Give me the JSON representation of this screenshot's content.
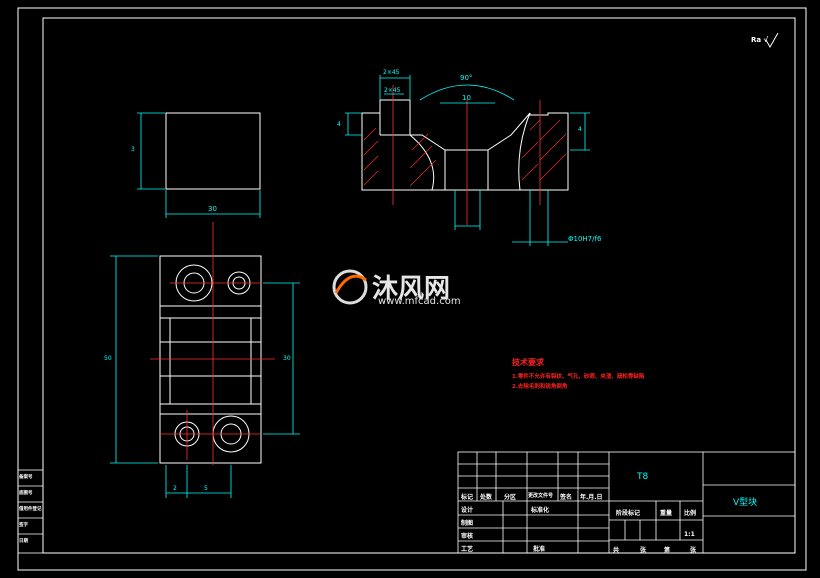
{
  "drawing": {
    "roughness_symbol": "Ra √",
    "dimensions": {
      "width_30": "30",
      "height_side": "3",
      "angle": "90°",
      "slot_top": "2×45",
      "slot_inner": "2×45",
      "v_width": "10",
      "step_right": "4",
      "step_left": "4",
      "hole_fit": "Φ10H7/f6",
      "overall_length": "50",
      "hole_span": "30",
      "bottom_2": "2",
      "bottom_5": "5"
    }
  },
  "tech_requirements": {
    "title": "技术要求",
    "items": [
      "1.零件不允许有裂纹、气孔、砂眼、夹渣、疏松等缺陷",
      "2.去除毛刺和锐角倒角"
    ]
  },
  "watermark": {
    "brand_cn": "沐风网",
    "url": "www.mfcad.com"
  },
  "title_block": {
    "material": "T8",
    "part_name": "V型块",
    "scale": "1:1",
    "headers": [
      "标记",
      "处数",
      "分区",
      "更改文件号",
      "签名",
      "年.月.日"
    ],
    "rows_left": [
      "设计",
      "制图",
      "审核",
      "工艺"
    ],
    "standardization": "标准化",
    "approve": "批准",
    "stage_mark": "阶段标记",
    "weight": "重量",
    "scale_label": "比例",
    "bottom_row": [
      "共",
      "张",
      "第",
      "张"
    ]
  },
  "side_table": {
    "lines": [
      "备案号",
      "底图号",
      "借用件登记",
      "签字",
      "日期"
    ]
  }
}
